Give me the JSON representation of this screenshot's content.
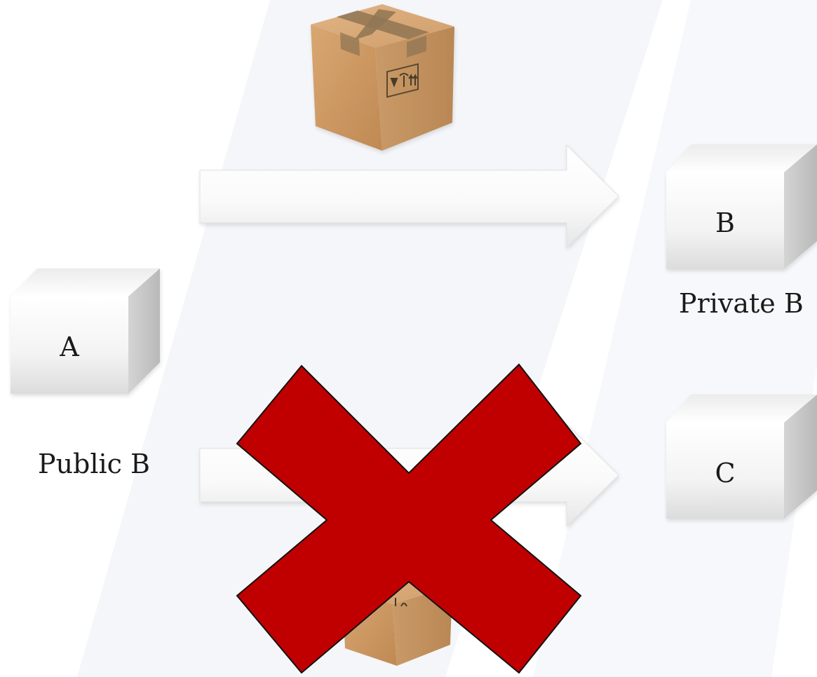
{
  "nodes": {
    "a": {
      "label": "A"
    },
    "b": {
      "label": "B"
    },
    "c": {
      "label": "C"
    }
  },
  "captions": {
    "private_b": "Private B",
    "public_b": "Public B"
  },
  "colors": {
    "background": "#ffffff",
    "stripe": "#f4f6f9",
    "cross": "#c00000",
    "package": "#c8935f",
    "tape": "#8a7050"
  },
  "icons": [
    "package-icon",
    "arrow-right-icon",
    "cross-icon"
  ]
}
